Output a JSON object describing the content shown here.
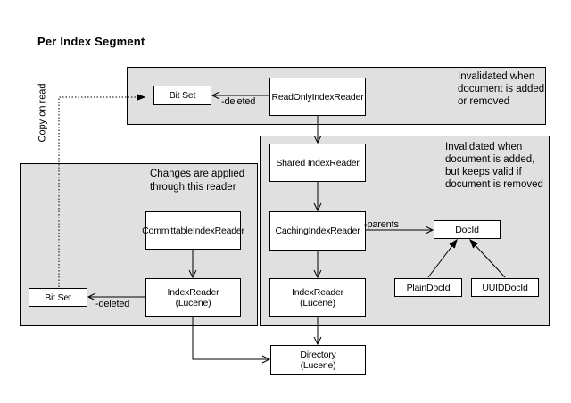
{
  "title": "Per Index Segment",
  "copy_on_read_label": "Copy on read",
  "notes": {
    "top_region": "Invalidated when\ndocument is added\nor removed",
    "right_region": "Invalidated when\ndocument is added,\nbut keeps valid if\ndocument is removed",
    "left_region": "Changes are applied\nthrough this reader"
  },
  "nodes": {
    "bitset_top": "Bit Set",
    "readonly_index_reader": "ReadOnlyIndexReader",
    "shared_index_reader": "Shared IndexReader",
    "caching_index_reader": "CachingIndexReader",
    "index_reader_right": "IndexReader\n(Lucene)",
    "docid": "DocId",
    "plain_docid": "PlainDocId",
    "uuid_docid": "UUIDDocId",
    "committable_index_reader": "CommittableIndexReader",
    "index_reader_left": "IndexReader\n(Lucene)",
    "bitset_left": "Bit Set",
    "directory": "Directory\n(Lucene)"
  },
  "edge_labels": {
    "deleted_top": "-deleted",
    "deleted_left": "-deleted",
    "parents": "-parents"
  },
  "colors": {
    "region_fill": "#e0e0e0",
    "node_fill": "#ffffff",
    "line": "#000000"
  }
}
